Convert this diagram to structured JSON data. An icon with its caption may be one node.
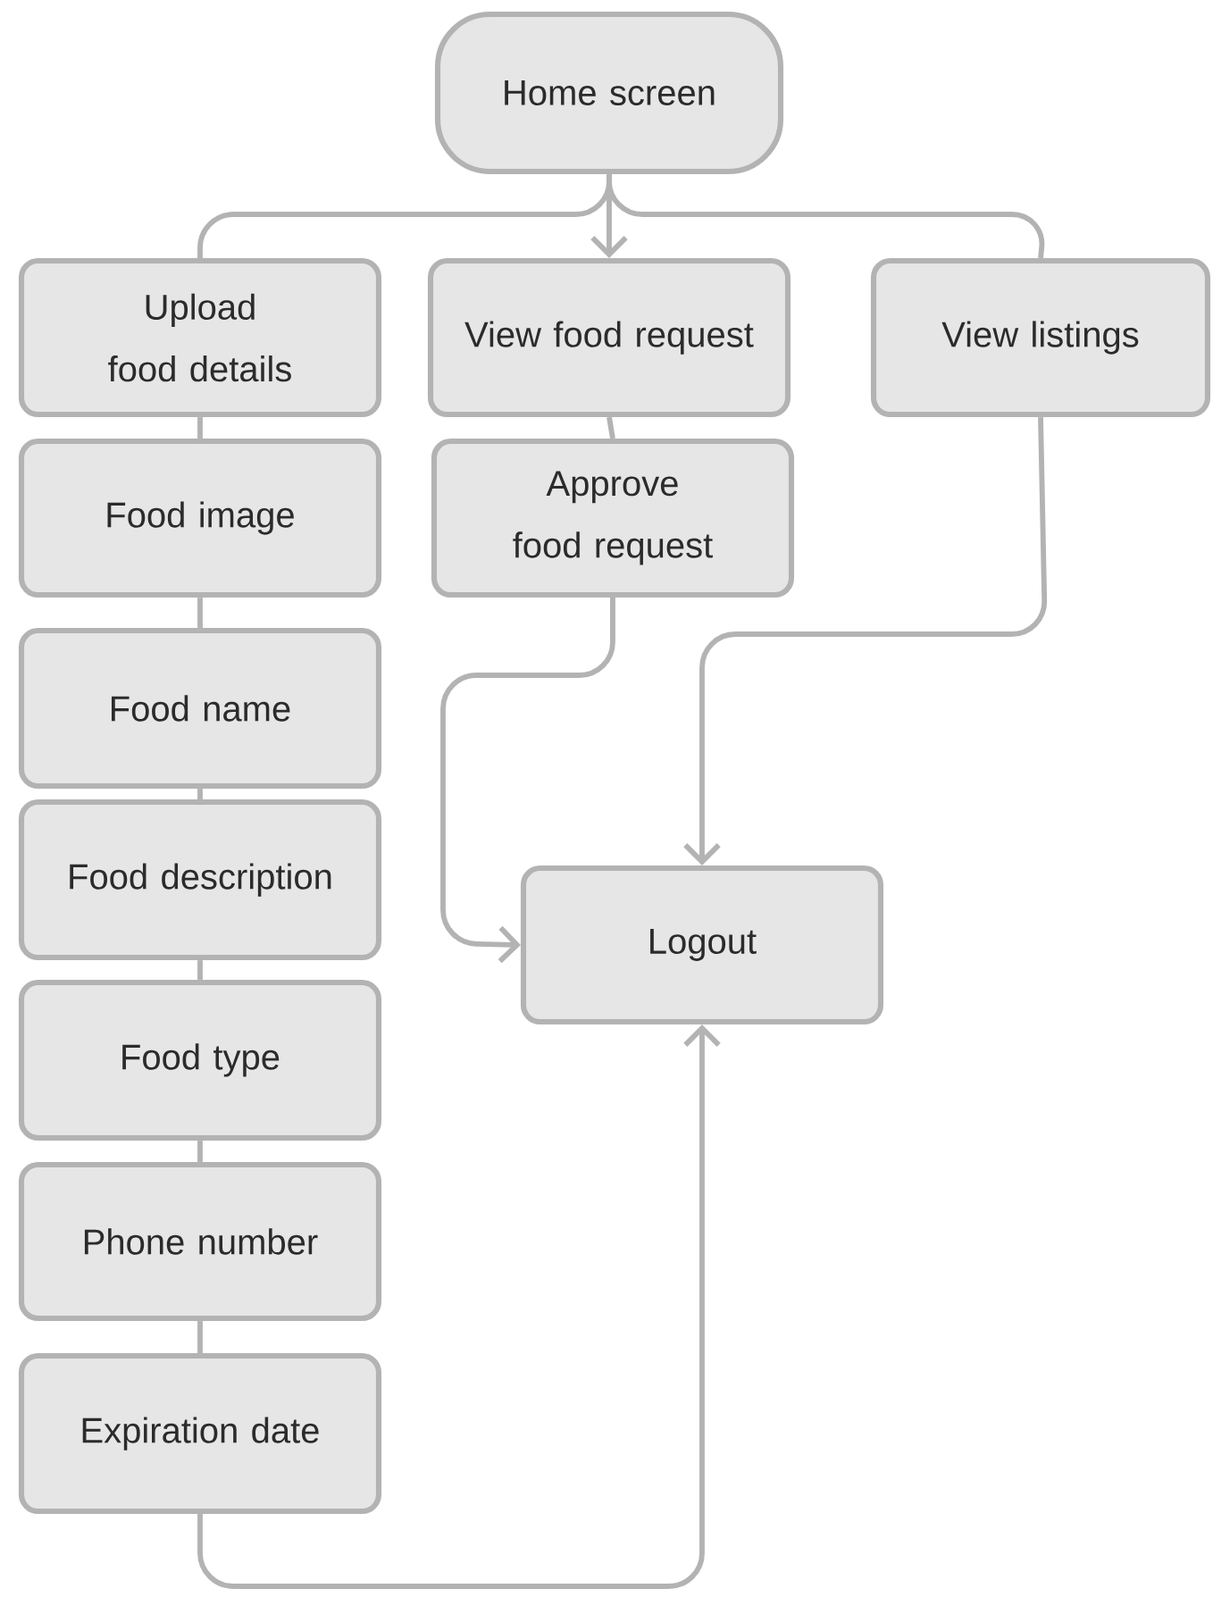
{
  "diagram": {
    "nodes": [
      {
        "text": [
          "Home screen"
        ]
      },
      {
        "text": [
          "Upload food details"
        ]
      },
      {
        "text": [
          "View food request"
        ]
      },
      {
        "text": [
          "View listings"
        ]
      },
      {
        "text": [
          "Food image"
        ]
      },
      {
        "text": [
          "Approve food request"
        ]
      },
      {
        "text": [
          "Food name"
        ]
      },
      {
        "text": [
          "Food description"
        ]
      },
      {
        "text": [
          "Food type"
        ]
      },
      {
        "text": [
          "Phone number"
        ]
      },
      {
        "text": [
          "Expiration date"
        ]
      },
      {
        "text": [
          "Logout"
        ]
      }
    ],
    "edges": [
      {
        "from": 0,
        "to": 1,
        "arrow": "none"
      },
      {
        "from": 0,
        "to": 2,
        "arrow": "to"
      },
      {
        "from": 0,
        "to": 3,
        "arrow": "none"
      },
      {
        "from": 1,
        "to": 4,
        "arrow": "none"
      },
      {
        "from": 2,
        "to": 5,
        "arrow": "none"
      },
      {
        "from": 4,
        "to": 6,
        "arrow": "none"
      },
      {
        "from": 6,
        "to": 7,
        "arrow": "none"
      },
      {
        "from": 7,
        "to": 8,
        "arrow": "none"
      },
      {
        "from": 8,
        "to": 9,
        "arrow": "none"
      },
      {
        "from": 9,
        "to": 10,
        "arrow": "none"
      },
      {
        "from": 5,
        "to": 11,
        "arrow": "to"
      },
      {
        "from": 3,
        "to": 11,
        "arrow": "to"
      },
      {
        "from": 10,
        "to": 11,
        "arrow": "to"
      }
    ]
  }
}
